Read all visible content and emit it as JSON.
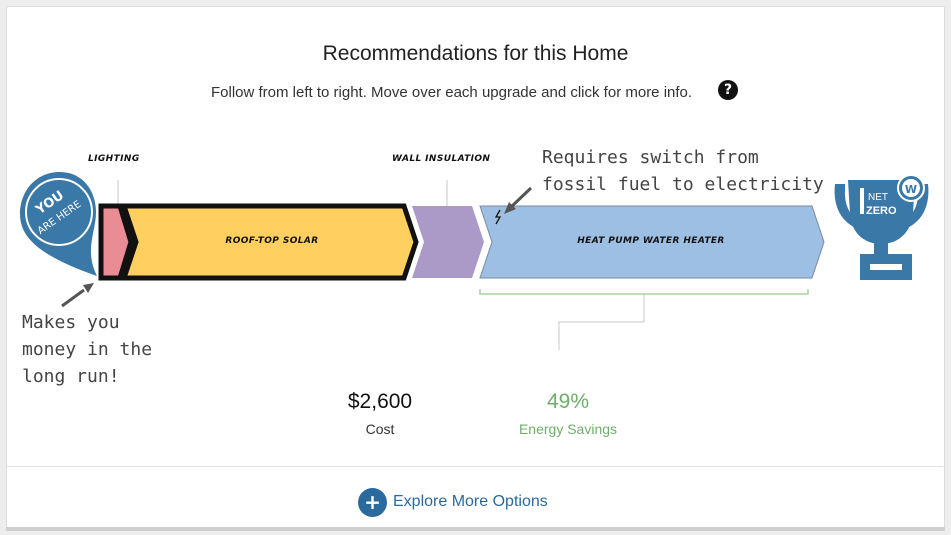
{
  "header": {
    "title": "Recommendations for this Home",
    "subtitle": "Follow from left to right. Move over each upgrade and click for more info.",
    "help_icon": "question-circle-icon"
  },
  "badges": {
    "you_are_here_line1": "YOU",
    "you_are_here_line2": "ARE HERE",
    "trophy_line1": "NET",
    "trophy_line2": "ZERO",
    "trophy_medal": "W"
  },
  "upgrades": [
    {
      "label": "",
      "callout": "LIGHTING",
      "color": "#e98c94"
    },
    {
      "label": "ROOF-TOP SOLAR",
      "callout": "",
      "color": "#ffcf5f"
    },
    {
      "label": "",
      "callout": "WALL INSULATION",
      "color": "#ab9ac8"
    },
    {
      "label": "HEAT PUMP WATER HEATER",
      "callout": "",
      "color": "#9dbfe3"
    }
  ],
  "annotations": {
    "top_right": "Requires switch from\nfossil fuel to electricity",
    "bottom_left": "Makes you\nmoney in the\nlong run!"
  },
  "summary": {
    "cost_value": "$2,600",
    "cost_label": "Cost",
    "savings_value": "49%",
    "savings_label": "Energy Savings"
  },
  "footer": {
    "explore_label": "Explore More Options",
    "explore_icon": "plus-circle-icon"
  },
  "colors": {
    "accent_blue": "#2a6a9e",
    "savings_green": "#6fae6a",
    "badge_blue": "#3a78a8"
  }
}
